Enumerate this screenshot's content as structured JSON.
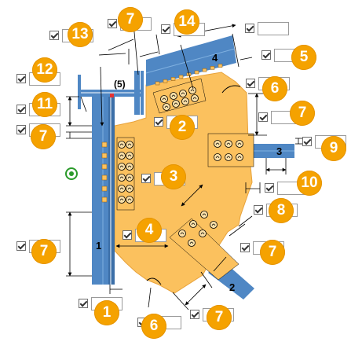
{
  "diagram": {
    "member_labels": {
      "m1": "1",
      "m2": "2",
      "m3": "3",
      "m4": "4",
      "m5": "(5)"
    },
    "colors": {
      "plate": "#fbc15e",
      "plate_stroke": "#e8a23a",
      "member": "#4f87c4",
      "badge": "#f5a200",
      "target": "#2a9a2a"
    }
  },
  "fields": [
    {
      "id": "f13",
      "badge": "13",
      "checked": true,
      "value": ""
    },
    {
      "id": "f7a",
      "badge": "7",
      "checked": true,
      "value": ""
    },
    {
      "id": "f14",
      "badge": "14",
      "checked": true,
      "value": ""
    },
    {
      "id": "f7b",
      "badge": "",
      "checked": true,
      "value": ""
    },
    {
      "id": "f5",
      "badge": "5",
      "checked": true,
      "value": ""
    },
    {
      "id": "f12",
      "badge": "12",
      "checked": true,
      "value": ""
    },
    {
      "id": "f6a",
      "badge": "6",
      "checked": true,
      "value": ""
    },
    {
      "id": "f11",
      "badge": "11",
      "checked": true,
      "value": ""
    },
    {
      "id": "f7c",
      "badge": "7",
      "checked": true,
      "value": ""
    },
    {
      "id": "f7d",
      "badge": "7",
      "checked": true,
      "value": ""
    },
    {
      "id": "f2",
      "badge": "2",
      "checked": true,
      "value": ""
    },
    {
      "id": "f9",
      "badge": "9",
      "checked": true,
      "value": ""
    },
    {
      "id": "f3",
      "badge": "3",
      "checked": true,
      "value": ""
    },
    {
      "id": "f10",
      "badge": "10",
      "checked": true,
      "value": ""
    },
    {
      "id": "f8",
      "badge": "8",
      "checked": true,
      "value": ""
    },
    {
      "id": "f4",
      "badge": "4",
      "checked": true,
      "value": ""
    },
    {
      "id": "f7e",
      "badge": "7",
      "checked": true,
      "value": ""
    },
    {
      "id": "f7f",
      "badge": "7",
      "checked": true,
      "value": ""
    },
    {
      "id": "f1",
      "badge": "1",
      "checked": true,
      "value": ""
    },
    {
      "id": "f6b",
      "badge": "6",
      "checked": true,
      "value": ""
    },
    {
      "id": "f7g",
      "badge": "7",
      "checked": true,
      "value": ""
    }
  ]
}
